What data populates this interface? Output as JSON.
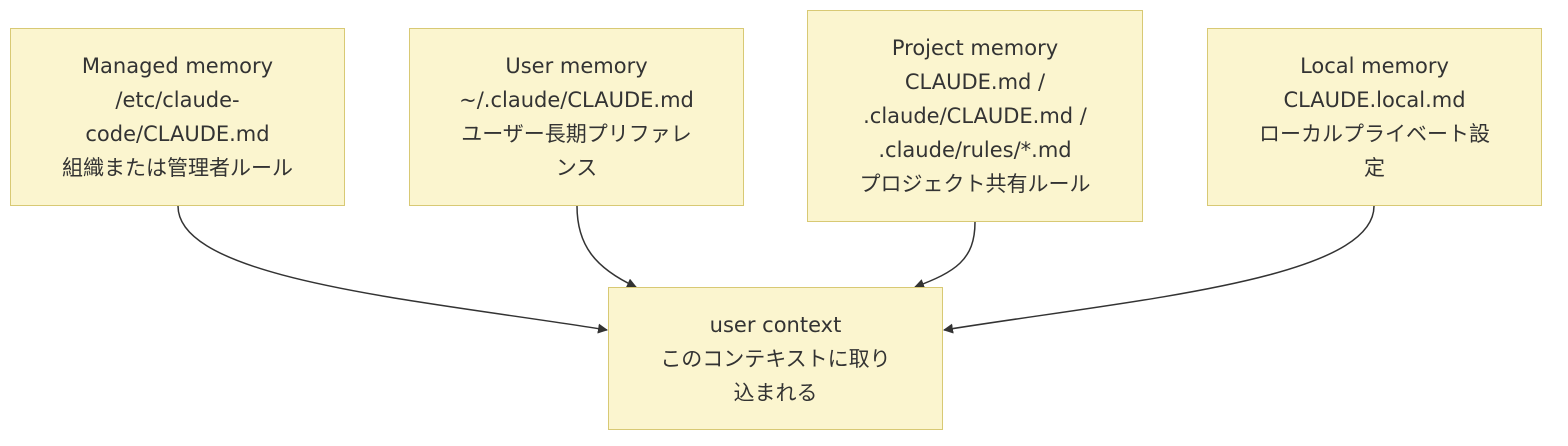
{
  "nodes": {
    "managed": {
      "lines": [
        "Managed memory",
        "/etc/claude-",
        "code/CLAUDE.md",
        "組織または管理者ルール"
      ]
    },
    "user": {
      "lines": [
        "User memory",
        "~/.claude/CLAUDE.md",
        "ユーザー長期プリファレ",
        "ンス"
      ]
    },
    "project": {
      "lines": [
        "Project memory",
        "CLAUDE.md /",
        ".claude/CLAUDE.md /",
        ".claude/rules/*.md",
        "プロジェクト共有ルール"
      ]
    },
    "local": {
      "lines": [
        "Local memory",
        "CLAUDE.local.md",
        "ローカルプライベート設",
        "定"
      ]
    },
    "context": {
      "lines": [
        "user context",
        "このコンテキストに取り",
        "込まれる"
      ]
    }
  },
  "edges": [
    {
      "from": "managed",
      "to": "context"
    },
    {
      "from": "user",
      "to": "context"
    },
    {
      "from": "project",
      "to": "context"
    },
    {
      "from": "local",
      "to": "context"
    }
  ],
  "colors": {
    "node_fill": "#fbf5cf",
    "node_border": "#d8c974",
    "edge": "#333333",
    "text": "#333333"
  }
}
